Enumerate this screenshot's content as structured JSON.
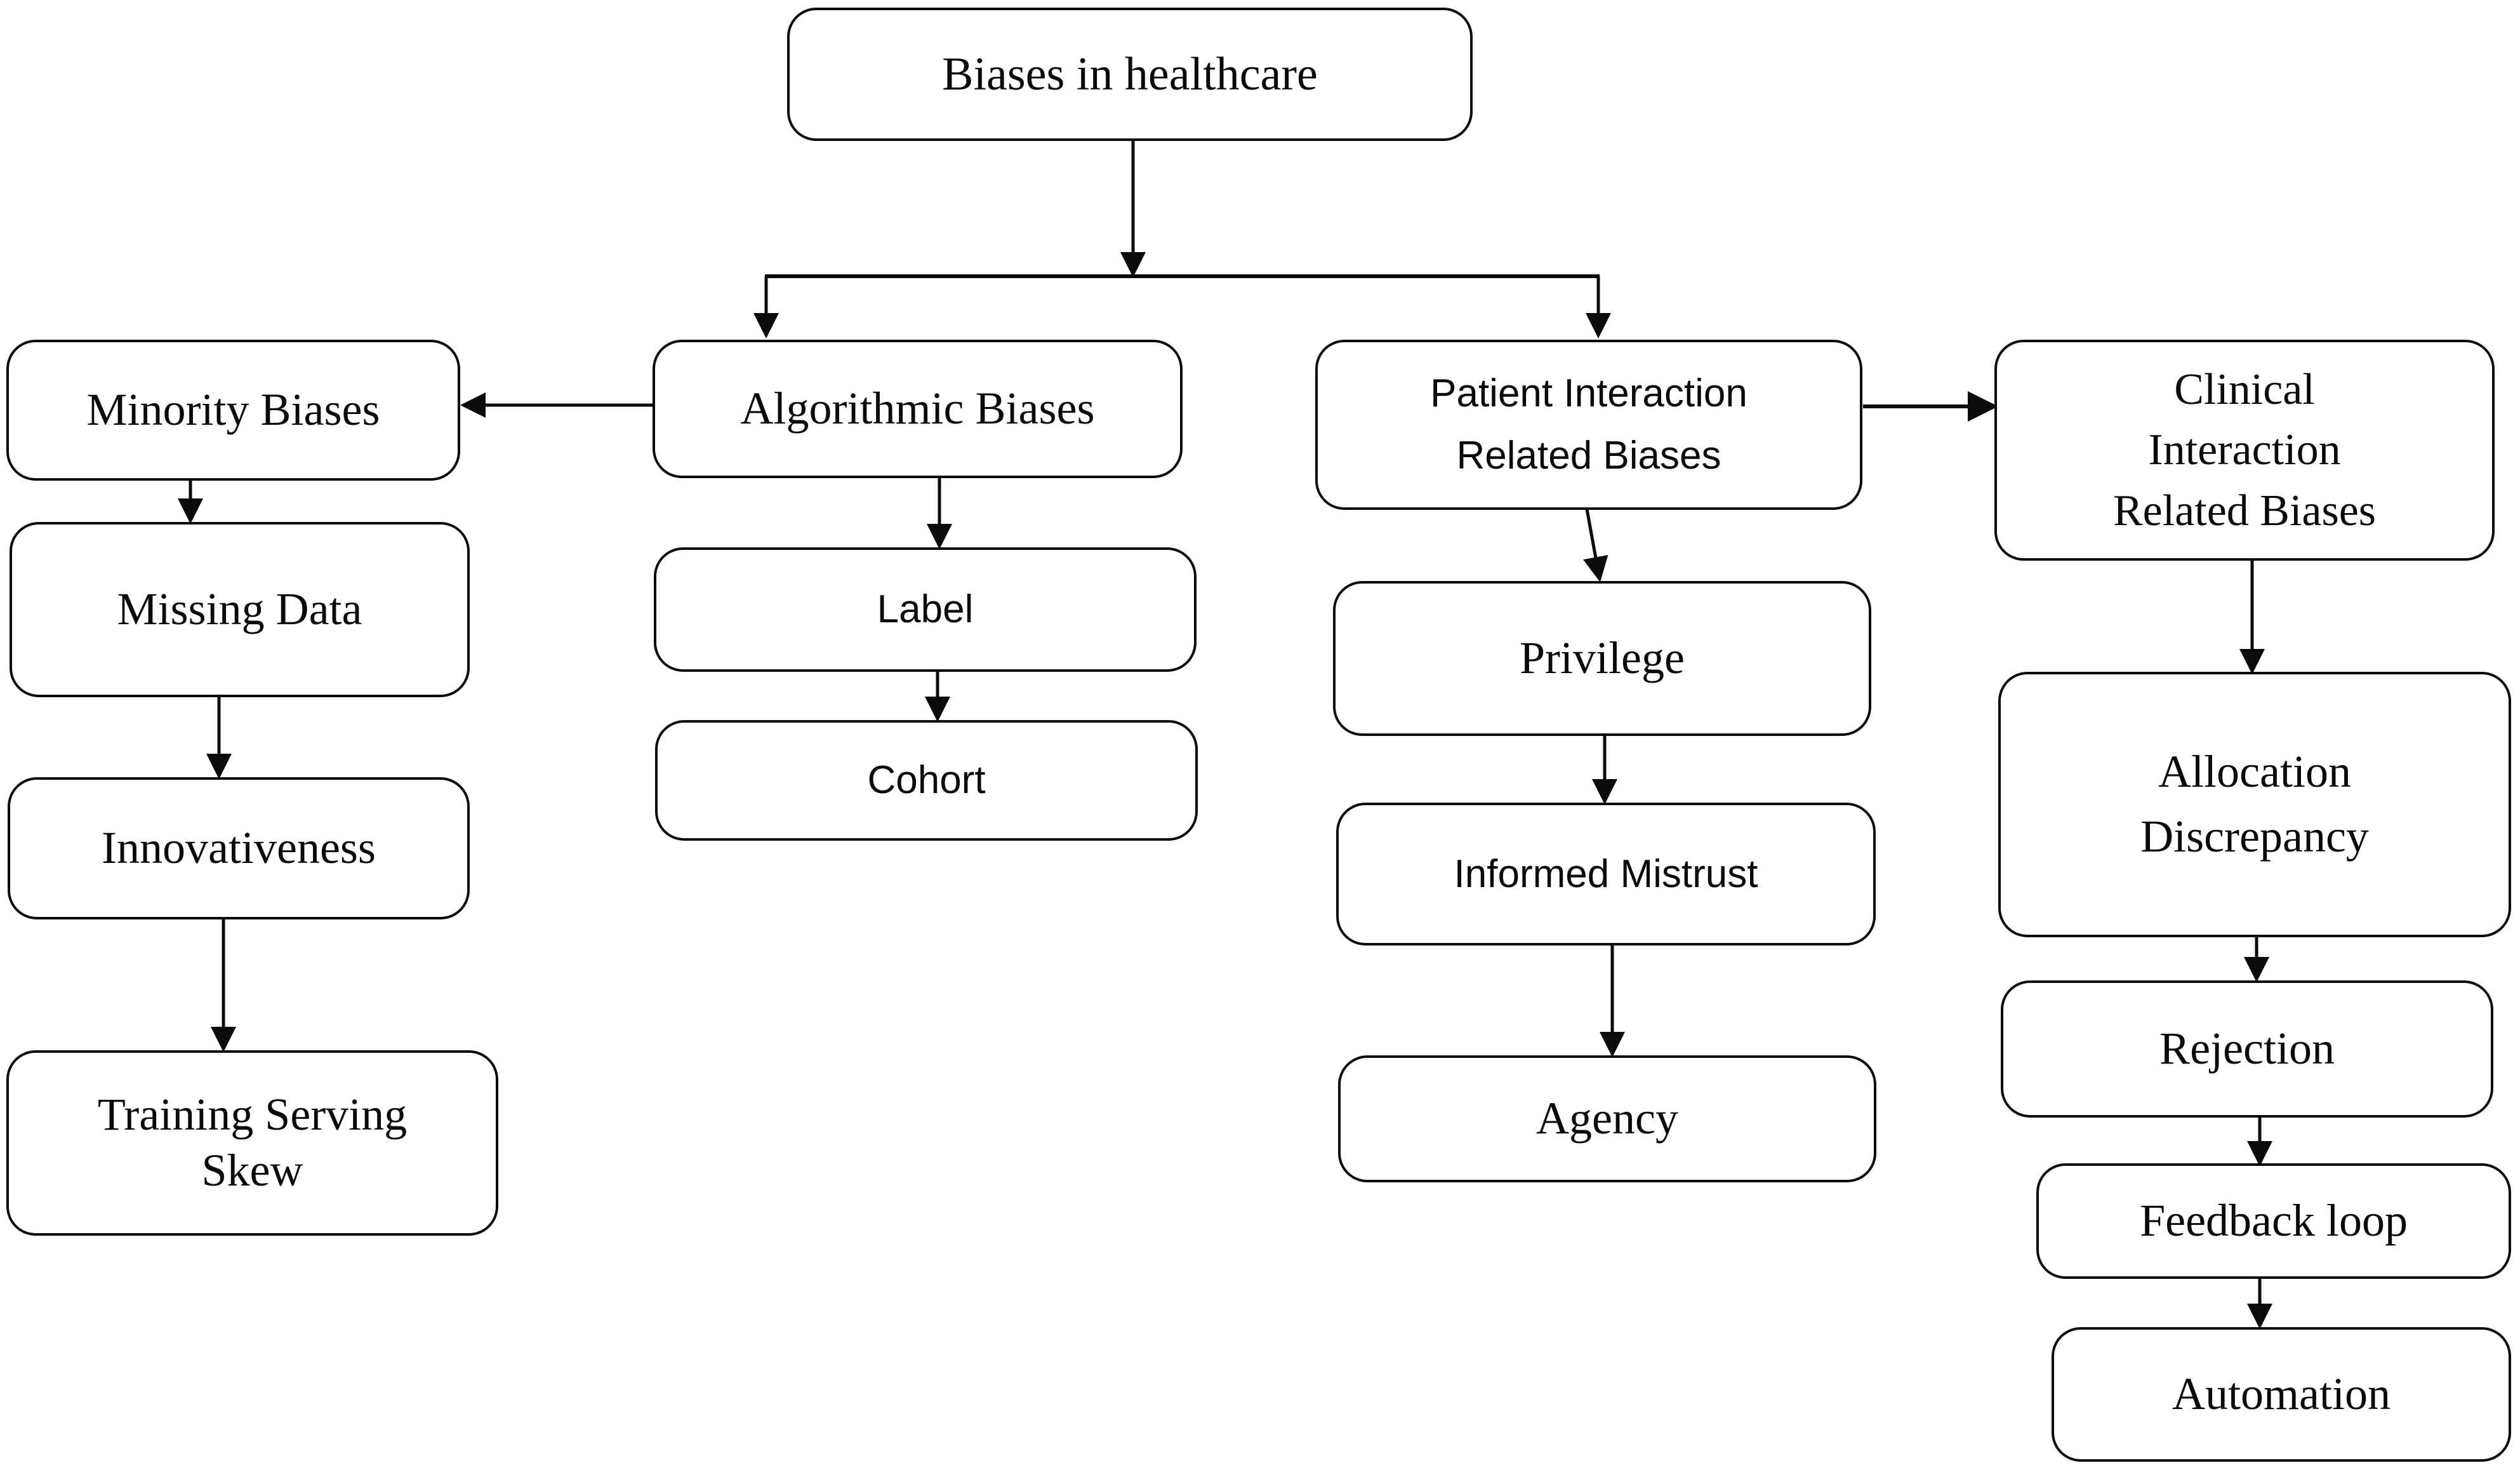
{
  "diagram": {
    "title": "Biases in healthcare taxonomy flowchart",
    "stroke_color": "#0b0b0b",
    "fill_color": "#ffffff",
    "text_color": "#0a0a0a",
    "nodes": {
      "root": "Biases in healthcare",
      "minority_biases": "Minority Biases",
      "missing_data": "Missing Data",
      "innovativeness": "Innovativeness",
      "training_serving_skew_line1": "Training Serving",
      "training_serving_skew_line2": "Skew",
      "algorithmic_biases": "Algorithmic Biases",
      "label": "Label",
      "cohort": "Cohort",
      "patient_interaction_line1": "Patient Interaction",
      "patient_interaction_line2": "Related Biases",
      "privilege": "Privilege",
      "informed_mistrust": "Informed Mistrust",
      "agency": "Agency",
      "clinical_interaction_line1": "Clinical",
      "clinical_interaction_line2": "Interaction",
      "clinical_interaction_line3": "Related Biases",
      "allocation_discrepancy_line1": "Allocation",
      "allocation_discrepancy_line2": "Discrepancy",
      "rejection": "Rejection",
      "feedback_loop": "Feedback loop",
      "automation": "Automation"
    },
    "edges": [
      {
        "from": "root",
        "to": "algorithmic_biases",
        "type": "split-down"
      },
      {
        "from": "root",
        "to": "patient_interaction",
        "type": "split-down"
      },
      {
        "from": "algorithmic_biases",
        "to": "minority_biases",
        "type": "horizontal-left"
      },
      {
        "from": "algorithmic_biases",
        "to": "label",
        "type": "down"
      },
      {
        "from": "label",
        "to": "cohort",
        "type": "down"
      },
      {
        "from": "minority_biases",
        "to": "missing_data",
        "type": "down"
      },
      {
        "from": "missing_data",
        "to": "innovativeness",
        "type": "down"
      },
      {
        "from": "innovativeness",
        "to": "training_serving_skew",
        "type": "down"
      },
      {
        "from": "patient_interaction",
        "to": "clinical_interaction",
        "type": "horizontal-right"
      },
      {
        "from": "patient_interaction",
        "to": "privilege",
        "type": "down"
      },
      {
        "from": "privilege",
        "to": "informed_mistrust",
        "type": "down"
      },
      {
        "from": "informed_mistrust",
        "to": "agency",
        "type": "down"
      },
      {
        "from": "clinical_interaction",
        "to": "allocation_discrepancy",
        "type": "down"
      },
      {
        "from": "allocation_discrepancy",
        "to": "rejection",
        "type": "down"
      },
      {
        "from": "rejection",
        "to": "feedback_loop",
        "type": "down"
      },
      {
        "from": "feedback_loop",
        "to": "automation",
        "type": "down"
      }
    ]
  }
}
